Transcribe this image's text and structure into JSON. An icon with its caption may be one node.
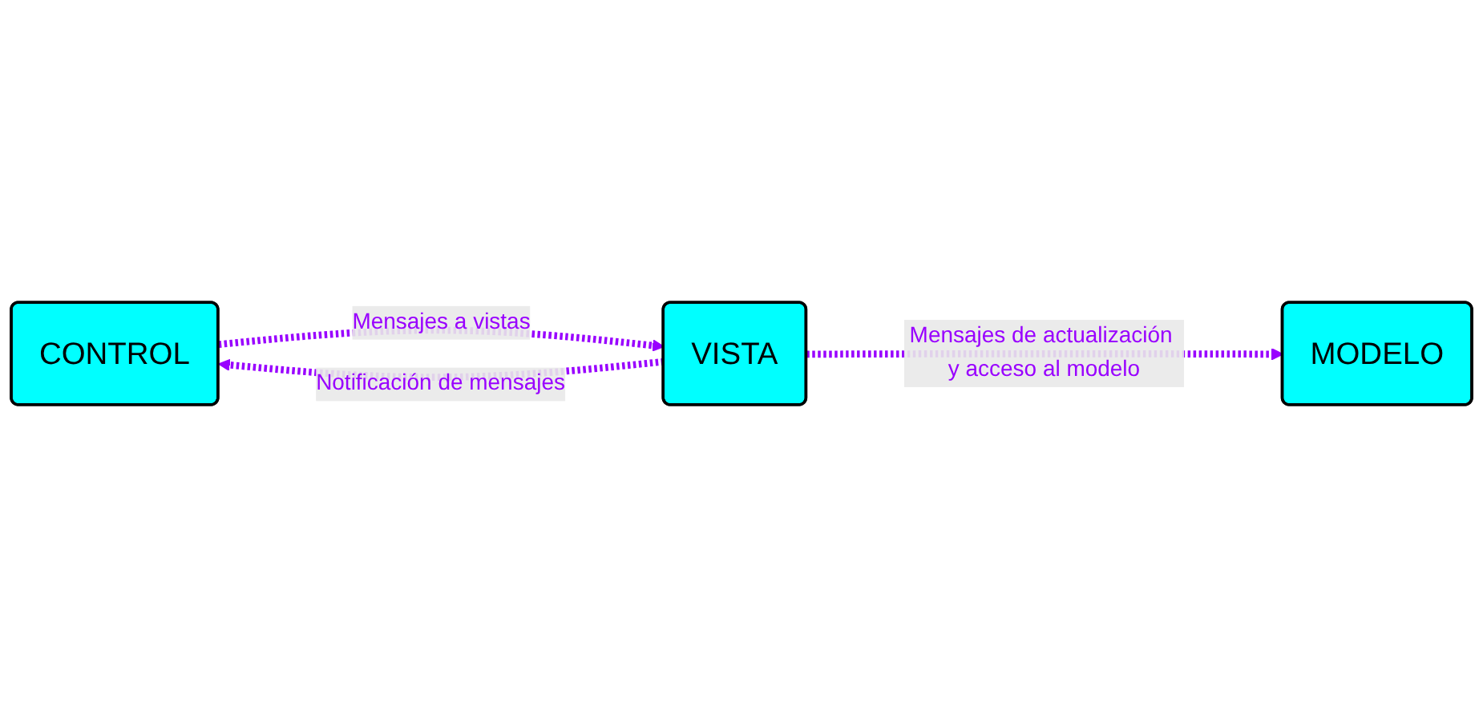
{
  "diagram": {
    "nodes": [
      {
        "text": [
          "CONTROL"
        ]
      },
      {
        "text": [
          "VISTA"
        ]
      },
      {
        "text": [
          "MODELO"
        ]
      }
    ],
    "edges": [
      {
        "from": 0,
        "to": 1,
        "arrow": "to",
        "style": "dashed",
        "label": "Mensajes a vistas"
      },
      {
        "from": 1,
        "to": 0,
        "arrow": "to",
        "style": "dashed",
        "label": "Notificación de mensajes"
      },
      {
        "from": 1,
        "to": 2,
        "arrow": "to",
        "style": "dashed",
        "label": "Mensajes de actualización y acceso al modelo"
      }
    ]
  }
}
